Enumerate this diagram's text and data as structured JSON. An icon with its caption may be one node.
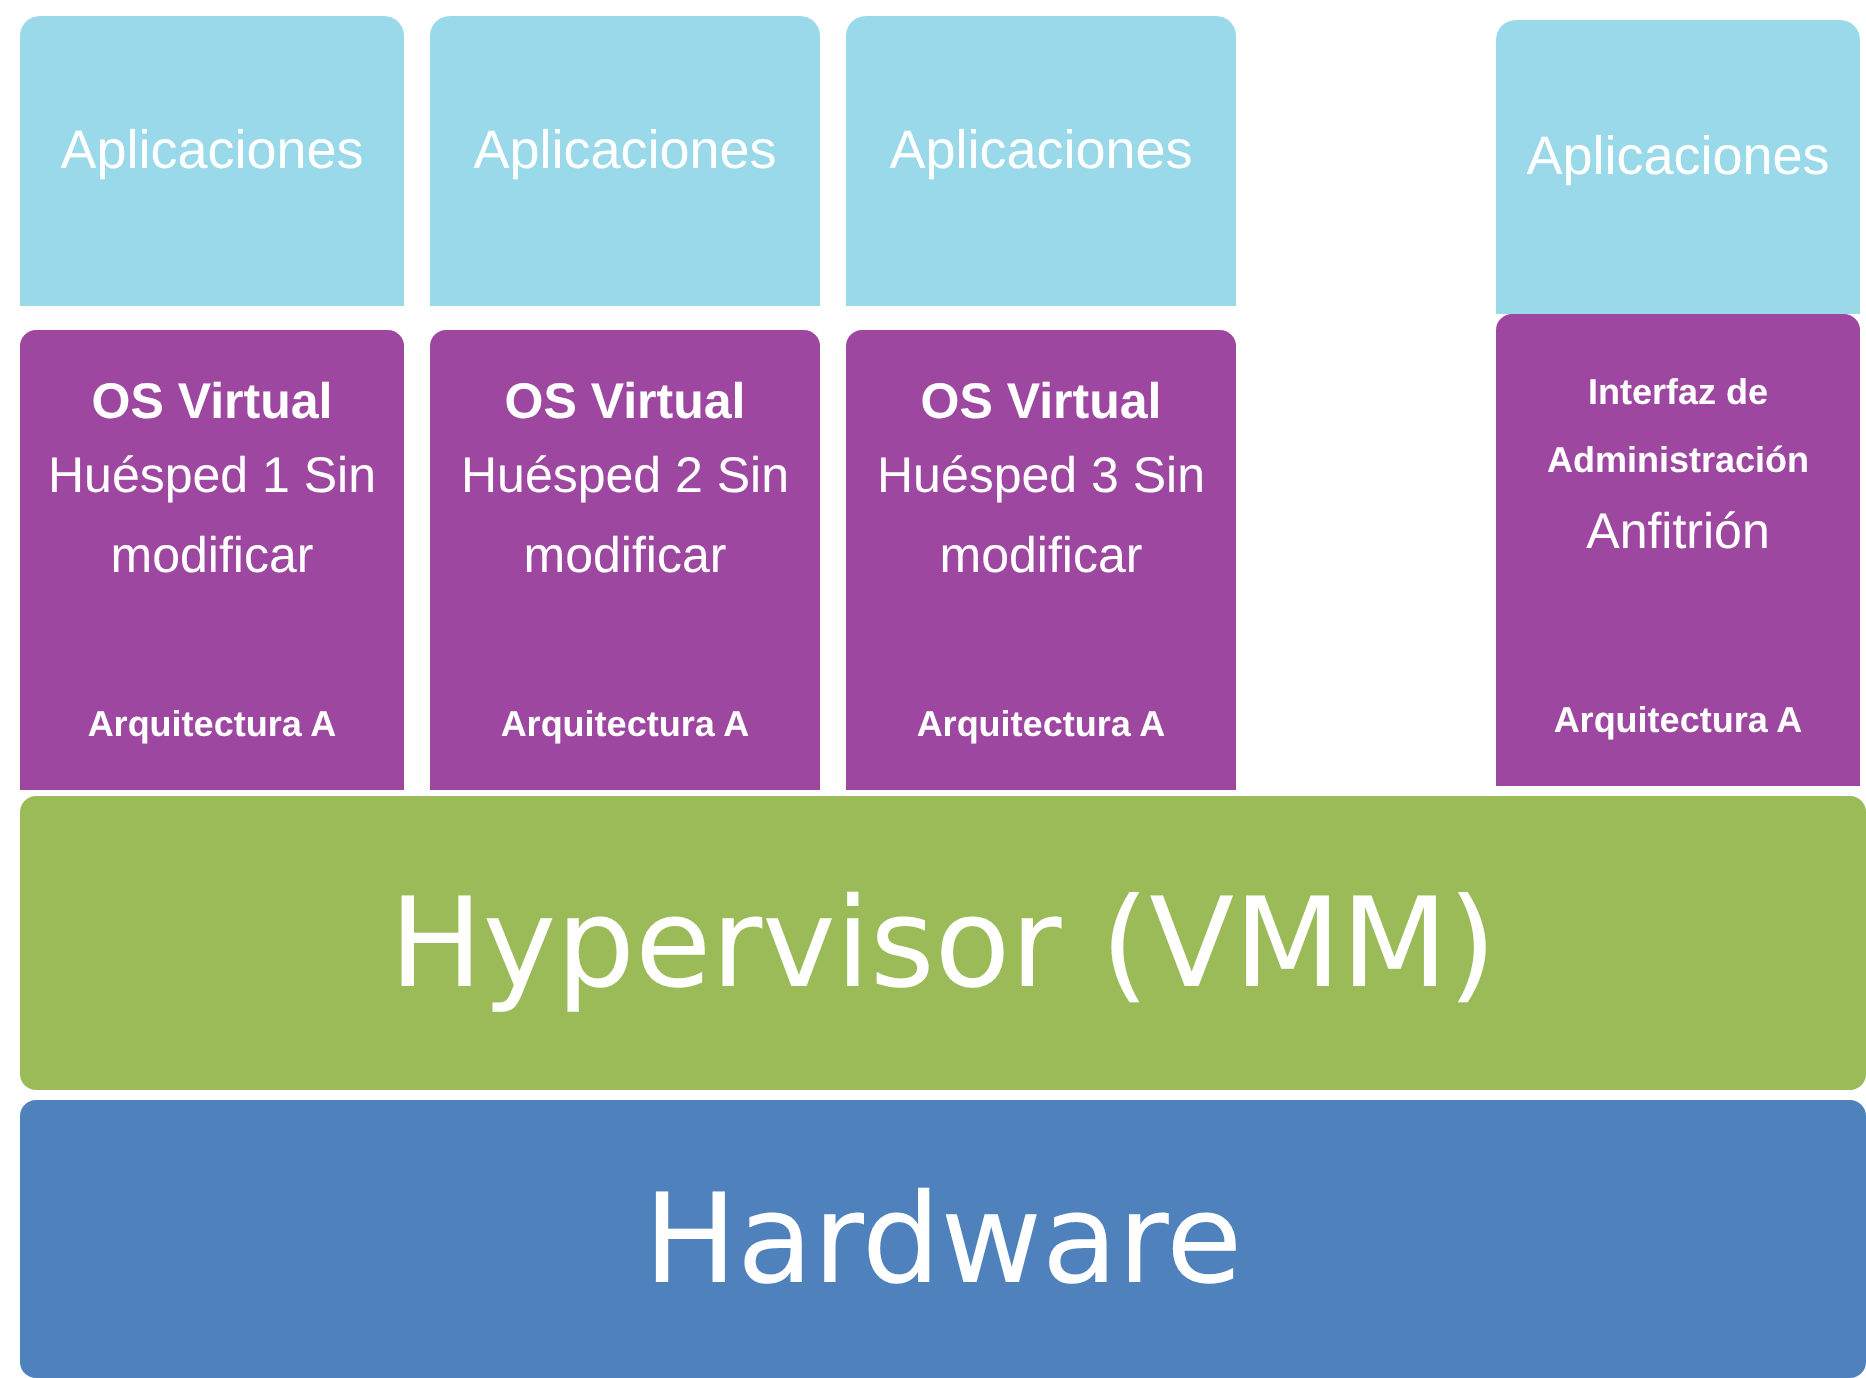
{
  "diagram": {
    "nodes": [
      {
        "text": [
          "Aplicaciones"
        ]
      },
      {
        "text": [
          "Aplicaciones"
        ]
      },
      {
        "text": [
          "Aplicaciones"
        ]
      },
      {
        "text": [
          "Aplicaciones"
        ]
      },
      {
        "text": [
          "OS Virtual",
          "Huésped 1 Sin modificar",
          "Arquitectura A"
        ]
      },
      {
        "text": [
          "OS Virtual",
          "Huésped 2 Sin modificar",
          "Arquitectura A"
        ]
      },
      {
        "text": [
          "OS Virtual",
          "Huésped 3 Sin modificar",
          "Arquitectura A"
        ]
      },
      {
        "text": [
          "Interfaz de Administración",
          "Anfitrión",
          "Arquitectura A"
        ]
      },
      {
        "text": [
          "Hypervisor (VMM)"
        ]
      },
      {
        "text": [
          "Hardware"
        ]
      }
    ]
  }
}
